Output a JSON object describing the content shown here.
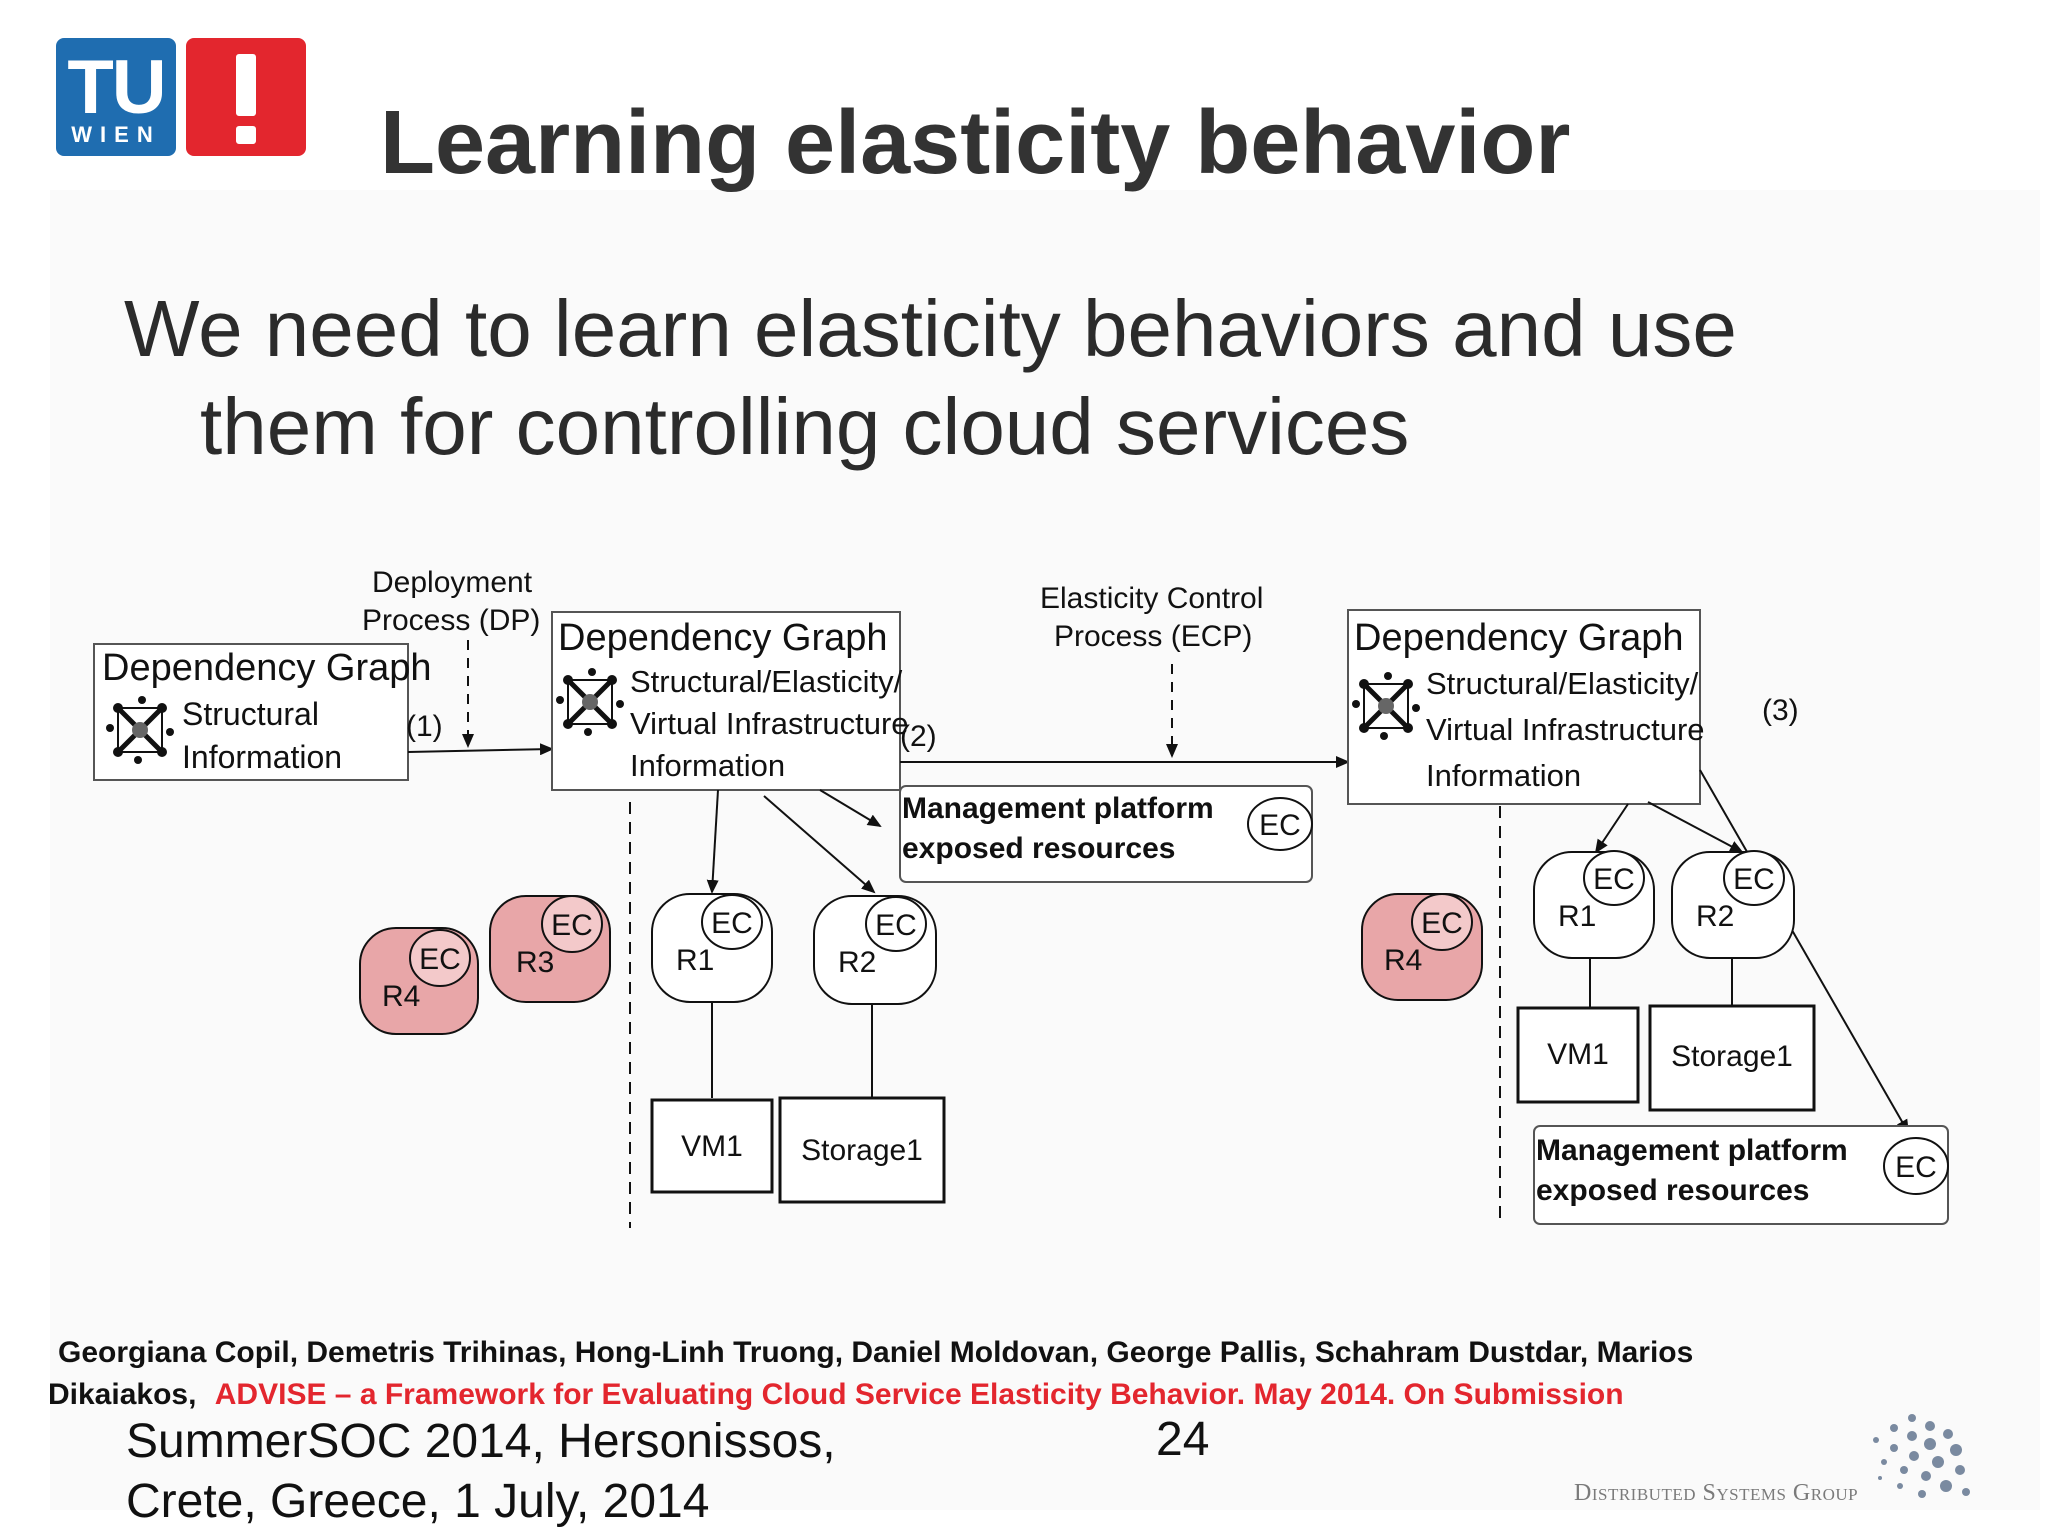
{
  "slide": {
    "title": "Learning elasticity behavior",
    "subtitle_line1": "We need to learn elasticity behaviors and use",
    "subtitle_line2": "them for controlling cloud services"
  },
  "logo": {
    "tu": "TU",
    "wien": "WIEN"
  },
  "diagram": {
    "dependency_graph_label": "Dependency Graph",
    "structural": "Structural",
    "information": "Information",
    "structural_elasticity": "Structural/Elasticity/",
    "virtual_infrastructure": "Virtual Infrastructure",
    "deployment_process_line1": "Deployment",
    "deployment_process_line2": "Process (DP)",
    "ecp_line1": "Elasticity Control",
    "ecp_line2": "Process (ECP)",
    "step1": "(1)",
    "step2": "(2)",
    "step3": "(3)",
    "mgmt_line1": "Management platform",
    "mgmt_line2": "exposed resources",
    "ec": "EC",
    "r1": "R1",
    "r2": "R2",
    "r3": "R3",
    "r4": "R4",
    "vm1": "VM1",
    "storage1": "Storage1",
    "colors": {
      "highlight_resource": "#e8a6a8",
      "stroke": "#111111"
    }
  },
  "citation": {
    "authors_line1": "Georgiana Copil, Demetris Trihinas, Hong-Linh Truong, Daniel Moldovan, George Pallis, Schahram Dustdar, Marios",
    "authors_line2": "Dikaiakos,",
    "paper": "ADVISE – a Framework for Evaluating Cloud Service Elasticity Behavior. May 2014. On Submission"
  },
  "footer": {
    "line1": "SummerSOC 2014, Hersonissos,",
    "line2": "Crete, Greece,  1 July, 2014",
    "page_number": "24",
    "group": "Distributed Systems Group"
  }
}
